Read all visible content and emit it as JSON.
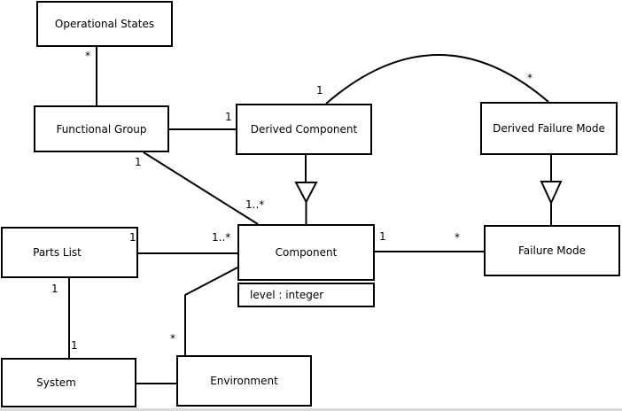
{
  "diagram_type": "uml-class-diagram",
  "colors": {
    "background": "#ffffff",
    "line": "#000000",
    "text": "#000000"
  },
  "classes": [
    {
      "name": "Operational States"
    },
    {
      "name": "Functional Group"
    },
    {
      "name": "Derived Component"
    },
    {
      "name": "Derived Failure Mode"
    },
    {
      "name": "Parts List"
    },
    {
      "name": "Component",
      "attributes": [
        "level : integer"
      ]
    },
    {
      "name": "Failure Mode"
    },
    {
      "name": "System"
    },
    {
      "name": "Environment"
    }
  ],
  "relationships": [
    {
      "from": "Operational States",
      "to": "Functional Group",
      "type": "association",
      "source_mult": "*"
    },
    {
      "from": "Functional Group",
      "to": "Derived Component",
      "type": "association",
      "target_mult": "1"
    },
    {
      "from": "Functional Group",
      "to": "Component",
      "type": "association",
      "source_mult": "1",
      "target_mult": "1..*"
    },
    {
      "from": "Derived Component",
      "to": "Derived Failure Mode",
      "type": "association",
      "source_mult": "1",
      "target_mult": "*"
    },
    {
      "from": "Derived Component",
      "to": "Component",
      "type": "generalization"
    },
    {
      "from": "Derived Failure Mode",
      "to": "Failure Mode",
      "type": "generalization"
    },
    {
      "from": "Parts List",
      "to": "Component",
      "type": "association",
      "source_mult": "1",
      "target_mult": "1..*"
    },
    {
      "from": "Component",
      "to": "Failure Mode",
      "type": "association",
      "source_mult": "1",
      "target_mult": "*"
    },
    {
      "from": "Parts List",
      "to": "System",
      "type": "association",
      "source_mult": "1",
      "target_mult": "1"
    },
    {
      "from": "System",
      "to": "Environment",
      "type": "association"
    },
    {
      "from": "Environment",
      "to": "Component",
      "type": "association",
      "source_mult": "*"
    }
  ]
}
